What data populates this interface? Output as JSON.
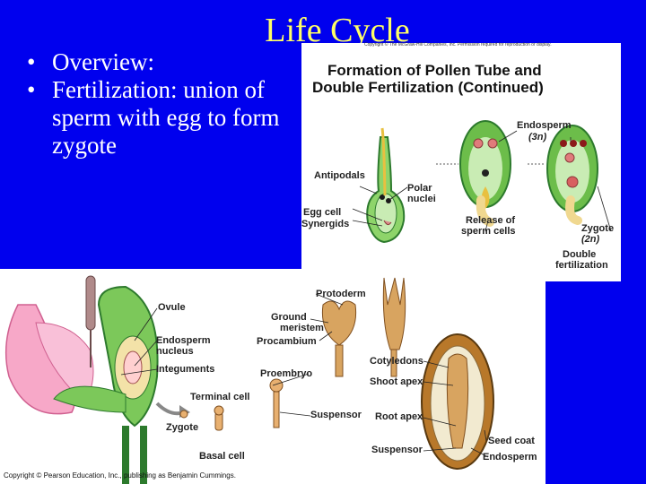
{
  "slide": {
    "title": "Life Cycle",
    "bullets": [
      "Overview:",
      "Fertilization: union of sperm with egg to form zygote"
    ]
  },
  "fig_top": {
    "copyright": "Copyright © The McGraw-Hill Companies, Inc. Permission required for reproduction or display.",
    "title_line1": "Formation of Pollen Tube and",
    "title_line2": "Double Fertilization (Continued)",
    "labels": {
      "endosperm": "Endosperm",
      "endosperm_ploidy": "(3n)",
      "antipodals": "Antipodals",
      "polar_nuclei_1": "Polar",
      "polar_nuclei_2": "nuclei",
      "egg_cell": "Egg cell",
      "synergids": "Synergids",
      "release_1": "Release of",
      "release_2": "sperm cells",
      "zygote": "Zygote",
      "zygote_ploidy": "(2n)",
      "double_1": "Double",
      "double_2": "fertilization"
    }
  },
  "fig_bottom": {
    "copyright": "Copyright © Pearson Education, Inc., publishing as Benjamin Cummings.",
    "labels": {
      "ovule": "Ovule",
      "endosperm_nucleus_1": "Endosperm",
      "endosperm_nucleus_2": "nucleus",
      "integuments": "Integuments",
      "terminal_cell": "Terminal cell",
      "zygote": "Zygote",
      "basal_cell": "Basal cell",
      "protoderm": "Protoderm",
      "ground_meristem_1": "Ground",
      "ground_meristem_2": "meristem",
      "procambium": "Procambium",
      "proembryo": "Proembryo",
      "suspensor_1": "Suspensor",
      "cotyledons": "Cotyledons",
      "shoot_apex": "Shoot apex",
      "root_apex": "Root apex",
      "suspensor_2": "Suspensor",
      "seed_coat": "Seed coat",
      "endosperm": "Endosperm"
    }
  },
  "colors": {
    "background": "#0000ee",
    "title": "#ffff66",
    "text": "#ffffff",
    "cell_green": "#7cc85a",
    "petal_pink": "#f7a8c8",
    "embryo_tan": "#d8a460"
  }
}
